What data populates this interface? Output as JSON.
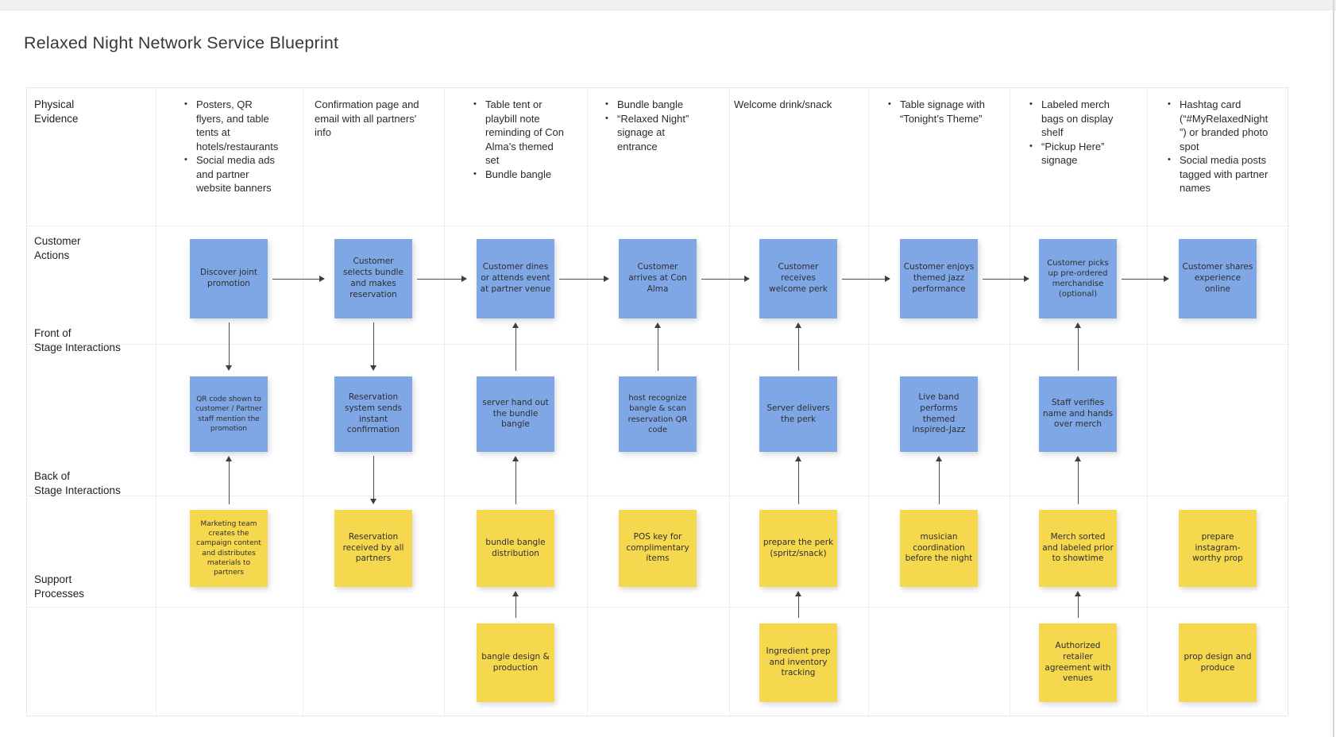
{
  "title": "Relaxed Night Network Service Blueprint",
  "colors": {
    "blue_sticky": "#7fa7e6",
    "yellow_sticky": "#f6d84f",
    "grid_line": "#ececec",
    "arrow": "#3e3e3e"
  },
  "row_labels": [
    {
      "line1": "Physical",
      "line2": "Evidence"
    },
    {
      "line1": "Customer",
      "line2": "Actions"
    },
    {
      "line1": "Front of",
      "line2": "Stage Interactions"
    },
    {
      "line1": "Back of",
      "line2": "Stage Interactions"
    },
    {
      "line1": "Support",
      "line2": "Processes"
    }
  ],
  "physical_evidence": {
    "col1": {
      "items": [
        "Posters, QR flyers, and table tents at hotels/restaurants",
        "Social media ads and partner website banners"
      ]
    },
    "col2": {
      "text": "Confirmation page and email with all partners' info"
    },
    "col3": {
      "items": [
        "Table tent or playbill note reminding of Con Alma’s themed set",
        "Bundle bangle"
      ]
    },
    "col4": {
      "items": [
        "Bundle bangle",
        "“Relaxed Night” signage at entrance"
      ]
    },
    "col5": {
      "text": "Welcome drink/snack"
    },
    "col6": {
      "items": [
        "Table signage with “Tonight’s Theme”"
      ]
    },
    "col7": {
      "items": [
        "Labeled merch bags on display shelf",
        "“Pickup Here” signage"
      ]
    },
    "col8": {
      "items": [
        "Hashtag card (“#MyRelaxedNight”) or branded photo spot",
        "Social media posts tagged with partner names"
      ]
    }
  },
  "customer_actions": {
    "col1": "Discover joint promotion",
    "col2": "Customer selects bundle and makes reservation",
    "col3": "Customer dines or attends event at partner venue",
    "col4": "Customer arrives at Con Alma",
    "col5": "Customer receives welcome perk",
    "col6": "Customer enjoys themed jazz performance",
    "col7": "Customer picks up pre-ordered merchandise (optional)",
    "col8": "Customer shares experience online"
  },
  "front_of_stage": {
    "col1": "QR code shown to customer / Partner staff mention the promotion",
    "col2": "Reservation system sends instant confirmation",
    "col3": "server hand out the bundle bangle",
    "col4": "host recognize bangle & scan reservation QR code",
    "col5": "Server delivers the perk",
    "col6": "Live band performs themed inspired-Jazz",
    "col7": "Staff verifies name and hands over merch"
  },
  "back_of_stage": {
    "col1": "Marketing team creates the campaign content and distributes materials to partners",
    "col2": "Reservation received by all partners",
    "col3": "bundle bangle distribution",
    "col4": "POS key for complimentary items",
    "col5": "prepare the perk (spritz/snack)",
    "col6": "musician coordination before the night",
    "col7": "Merch sorted and labeled prior to showtime",
    "col8": "prepare instagram-worthy prop"
  },
  "support_processes": {
    "col3": "bangle design & production",
    "col5": "Ingredient prep and inventory tracking",
    "col7": "Authorized retailer agreement with venues",
    "col8": "prop design and produce"
  }
}
